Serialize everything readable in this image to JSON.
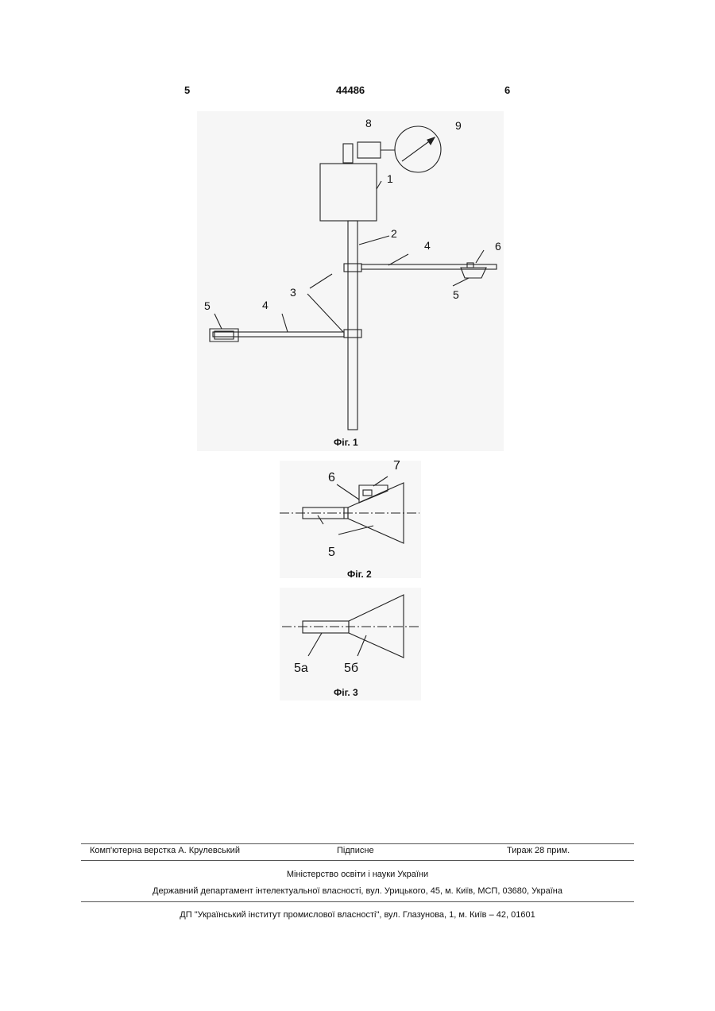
{
  "header": {
    "left_page": "5",
    "doc_number": "44486",
    "right_page": "6"
  },
  "fig1": {
    "caption": "Фіг. 1",
    "labels": {
      "l1": "1",
      "l2": "2",
      "l3": "3",
      "l4a": "4",
      "l4b": "4",
      "l5a": "5",
      "l5b": "5",
      "l6": "6",
      "l8": "8",
      "l9": "9"
    }
  },
  "fig2": {
    "caption": "Фіг. 2",
    "labels": {
      "l5": "5",
      "l6": "6",
      "l7": "7"
    }
  },
  "fig3": {
    "caption": "Фіг. 3",
    "labels": {
      "l5a": "5а",
      "l5b": "5б"
    }
  },
  "imprint": {
    "layout": "Комп'ютерна верстка А. Крулевський",
    "signed": "Підписне",
    "print_run": "Тираж 28 прим.",
    "ministry": "Міністерство освіти і науки України",
    "department": "Державний департамент інтелектуальної власності, вул. Урицького, 45, м. Київ, МСП, 03680, Україна",
    "institute": "ДП \"Український інститут промислової власності\", вул. Глазунова, 1, м. Київ – 42, 01601"
  }
}
